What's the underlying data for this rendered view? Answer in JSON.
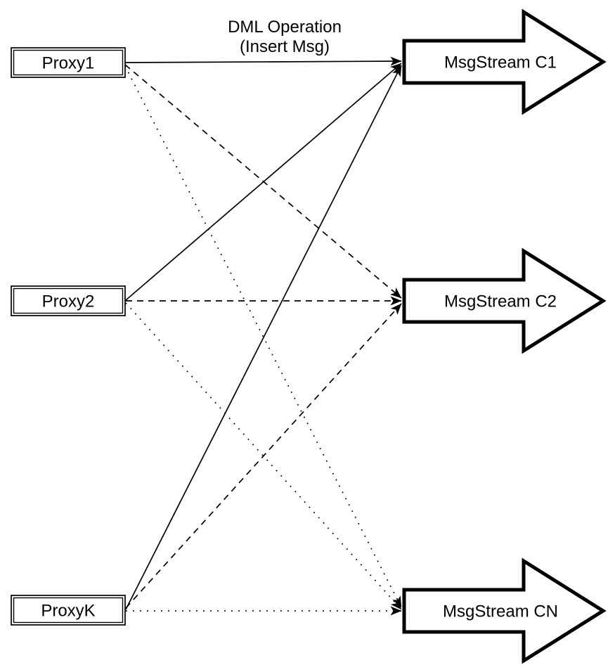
{
  "annotation": {
    "line1": "DML Operation",
    "line2": "(Insert Msg)"
  },
  "proxies": [
    {
      "id": "proxy1",
      "label": "Proxy1"
    },
    {
      "id": "proxy2",
      "label": "Proxy2"
    },
    {
      "id": "proxyk",
      "label": "ProxyK"
    }
  ],
  "streams": [
    {
      "id": "c1",
      "label": "MsgStream C1"
    },
    {
      "id": "c2",
      "label": "MsgStream C2"
    },
    {
      "id": "cn",
      "label": "MsgStream CN"
    }
  ],
  "edges": [
    {
      "from": "Proxy1",
      "to": "MsgStream C1",
      "style": "solid"
    },
    {
      "from": "Proxy2",
      "to": "MsgStream C1",
      "style": "solid"
    },
    {
      "from": "ProxyK",
      "to": "MsgStream C1",
      "style": "solid"
    },
    {
      "from": "Proxy1",
      "to": "MsgStream C2",
      "style": "dashed"
    },
    {
      "from": "Proxy2",
      "to": "MsgStream C2",
      "style": "dashed"
    },
    {
      "from": "ProxyK",
      "to": "MsgStream C2",
      "style": "dashed"
    },
    {
      "from": "Proxy1",
      "to": "MsgStream CN",
      "style": "dotted"
    },
    {
      "from": "Proxy2",
      "to": "MsgStream CN",
      "style": "dotted"
    },
    {
      "from": "ProxyK",
      "to": "MsgStream CN",
      "style": "dotted"
    }
  ],
  "colors": {
    "line": "#000000",
    "node_fill": "#ffffff",
    "background": "#ffffff"
  }
}
